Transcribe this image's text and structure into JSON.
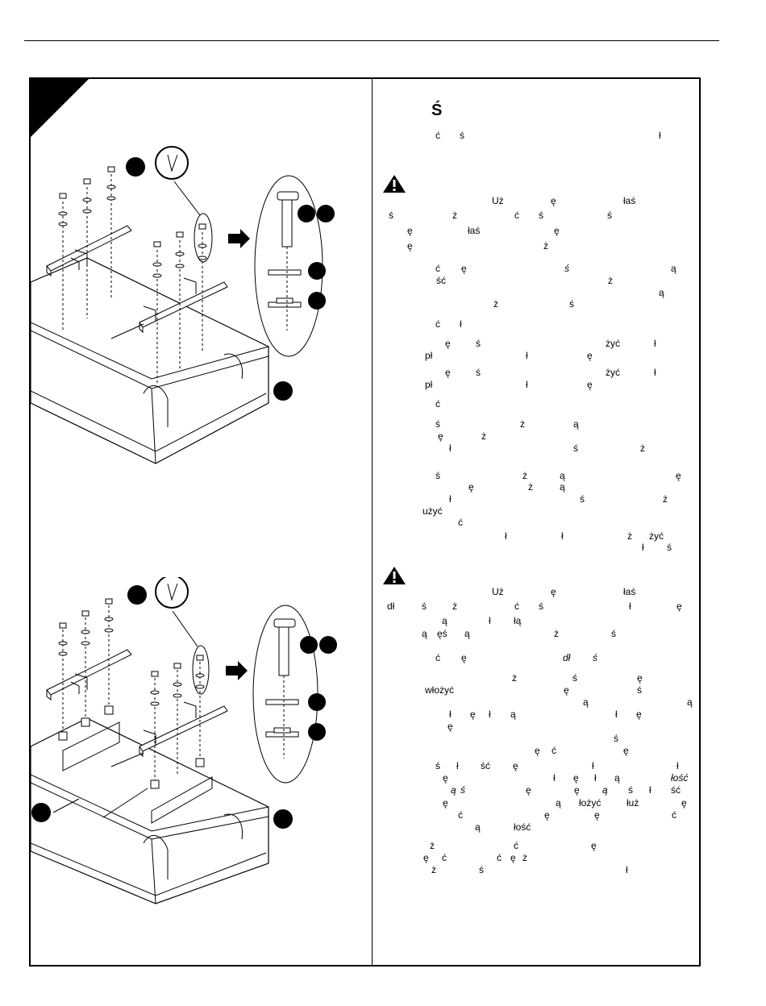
{
  "heading": "Ś",
  "warn_icon": "warning-triangle-icon",
  "glyphs_section1": [
    "ć",
    "ś",
    "ł",
    "Uż",
    "ę",
    "łaś",
    "ś",
    "ż",
    "ć",
    "ś",
    "ś",
    "ę",
    "łaś",
    "ę",
    "ę",
    "ż",
    "ć",
    "ę",
    "ś",
    "ą",
    "ść",
    "ż",
    "ą",
    "ż",
    "ś",
    "ć",
    "ł",
    "ę",
    "ś",
    "żyć",
    "ł",
    "pł",
    "ł",
    "ę",
    "ę",
    "ś",
    "żyć",
    "ł",
    "pł",
    "ł",
    "ę",
    "ć",
    "ś",
    "ż",
    "ą",
    "ę",
    "ż",
    "ł",
    "ś",
    "ż",
    "ś",
    "ż",
    "ą",
    "ę",
    "ę",
    "ż",
    "ą",
    "ł",
    "ś",
    "ż",
    "użyć",
    "ć",
    "ł",
    "ł",
    "ż",
    "żyć",
    "ł",
    "ś"
  ],
  "glyphs_section2": [
    "Uż",
    "ę",
    "łaś",
    "dł",
    "ś",
    "ż",
    "ć",
    "ś",
    "ł",
    "ę",
    "ą",
    "ł",
    "łą",
    "ą",
    "ęś",
    "ą",
    "ż",
    "ś",
    "ć",
    "ę",
    "dł",
    "ś",
    "ż",
    "ś",
    "ę",
    "włożyć",
    "ę",
    "ś",
    "ą",
    "ą",
    "ł",
    "ę",
    "ł",
    "ą",
    "ł",
    "ę",
    "ę",
    "ś",
    "ę",
    "ć",
    "ę",
    "ś",
    "ł",
    "ść",
    "ę",
    "ł",
    "ł",
    "ę",
    "ł",
    "ę",
    "ł",
    "ą",
    "łość",
    "ą",
    "ś",
    "ę",
    "ę",
    "ą",
    "ś",
    "ł",
    "ść",
    "ę",
    "ą",
    "łożyć",
    "łuż",
    "ę",
    "ć",
    "ę",
    "ę",
    "ć",
    "ą",
    "łość",
    "ż",
    "ć",
    "ę",
    "ę",
    "ć",
    "ć",
    "ę",
    "ż",
    "ż",
    "ś",
    "ł"
  ]
}
